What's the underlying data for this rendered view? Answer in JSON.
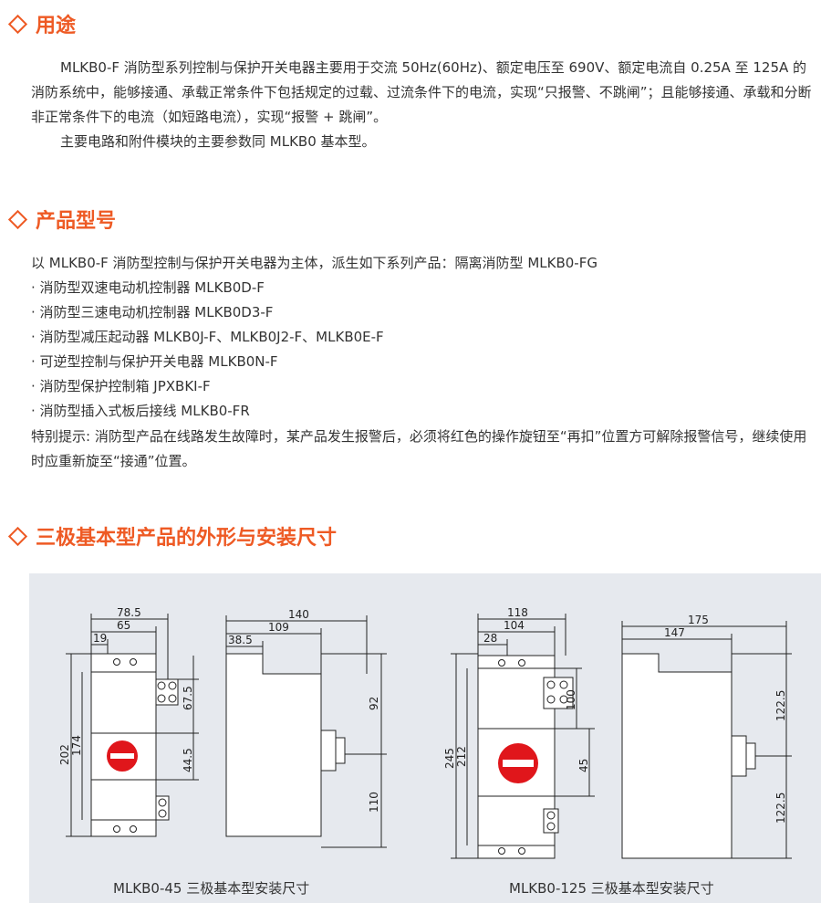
{
  "section1": {
    "title": "用途",
    "p1": "MLKB0-F 消防型系列控制与保护开关电器主要用于交流 50Hz(60Hz)、额定电压至 690V、额定电流自 0.25A 至 125A 的消防系统中，能够接通、承载正常条件下包括规定的过载、过流条件下的电流，实现“只报警、不跳闸”；且能够接通、承载和分断非正常条件下的电流（如短路电流），实现“报警 + 跳闸”。",
    "p2": "主要电路和附件模块的主要参数同 MLKB0 基本型。"
  },
  "section2": {
    "title": "产品型号",
    "intro": "以 MLKB0-F 消防型控制与保护开关电器为主体，派生如下系列产品：隔离消防型 MLKB0-FG",
    "items": [
      "· 消防型双速电动机控制器 MLKB0D-F",
      "· 消防型三速电动机控制器 MLKB0D3-F",
      "· 消防型减压起动器 MLKB0J-F、MLKB0J2-F、MLKB0E-F",
      "· 可逆型控制与保护开关电器 MLKB0N-F",
      "· 消防型保护控制箱 JPXBKI-F",
      "· 消防型插入式板后接线 MLKB0-FR"
    ],
    "note": "特别提示: 消防型产品在线路发生故障时，某产品发生报警后，必须将红色的操作旋钮至“再扣”位置方可解除报警信号，继续使用时应重新旋至“接通”位置。"
  },
  "section3": {
    "title": "三极基本型产品的外形与安装尺寸",
    "left": {
      "caption": "MLKB0-45 三极基本型安装尺寸",
      "dims": {
        "w_total": "78.5",
        "w_mid": "65",
        "w_small": "19",
        "h_total": "202",
        "h_inner": "174",
        "h_top": "67.5",
        "h_mid": "44.5",
        "depth_total": "140",
        "depth_mid": "109",
        "depth_small": "38.5",
        "side_upper": "92",
        "side_lower": "110"
      }
    },
    "right": {
      "caption": "MLKB0-125 三极基本型安装尺寸",
      "dims": {
        "w_total": "118",
        "w_mid": "104",
        "w_small": "28",
        "h_total": "245",
        "h_inner": "212",
        "h_top": "100",
        "h_mid": "45",
        "depth_total": "175",
        "depth_mid": "147",
        "side_upper": "122.5",
        "side_lower": "122.5"
      }
    },
    "colors": {
      "accent": "#ee5a24",
      "knob": "#e0161b",
      "panel": "#e6e9ee"
    }
  }
}
